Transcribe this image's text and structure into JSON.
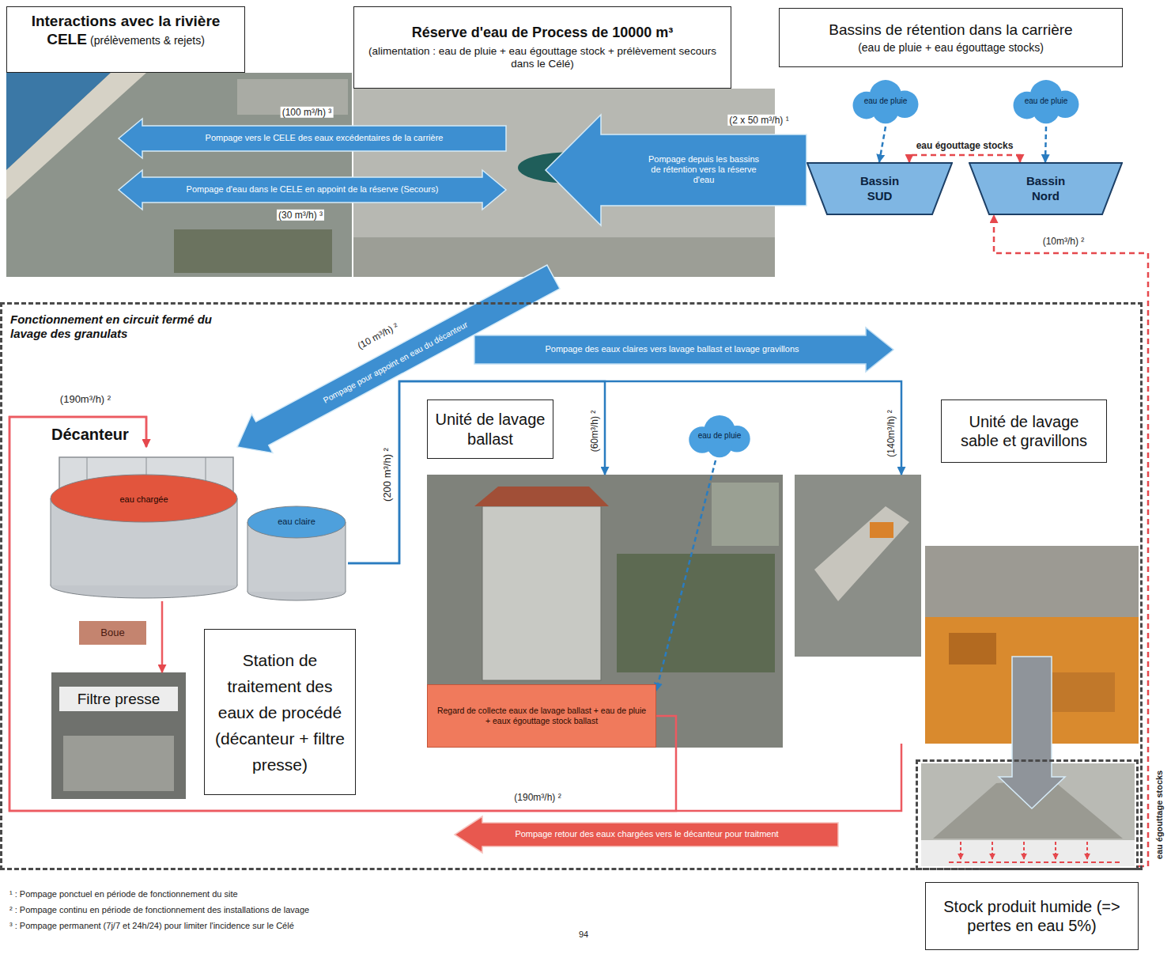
{
  "diagram": {
    "nodes": [
      {
        "text": [
          "Interactions avec la rivière CELE",
          "(prélèvements & rejets)"
        ]
      },
      {
        "text": [
          "Réserve d'eau de Process de 10000 m³",
          "(alimentation : eau de pluie + eau égouttage stock + prélèvement secours dans le Célé)"
        ]
      },
      {
        "text": [
          "Bassins de rétention dans la carrière",
          "(eau de pluie + eau égouttage stocks)"
        ]
      },
      {
        "text": [
          "eau de pluie"
        ]
      },
      {
        "text": [
          "eau de pluie"
        ]
      },
      {
        "text": [
          "Bassin SUD"
        ]
      },
      {
        "text": [
          "Bassin Nord"
        ]
      },
      {
        "text": [
          "Fonctionnement en circuit fermé du lavage des granulats"
        ]
      },
      {
        "text": [
          "Décanteur"
        ],
        "in": 7
      },
      {
        "text": [
          "Boue"
        ],
        "in": 7
      },
      {
        "text": [
          "Filtre presse"
        ],
        "in": 7
      },
      {
        "text": [
          "Station de traitement des eaux de procédé (décanteur + filtre presse)"
        ],
        "in": 7
      },
      {
        "text": [
          "Unité de lavage ballast"
        ],
        "in": 7
      },
      {
        "text": [
          "Regard de collecte eaux de lavage ballast + eau de pluie + eaux égouttage stock ballast"
        ],
        "in": 12
      },
      {
        "text": [
          "eau de pluie"
        ],
        "in": 7
      },
      {
        "text": [
          "Unité de lavage sable et gravillons"
        ],
        "in": 7
      },
      {
        "text": [
          "Stock produit humide (=> pertes en eau 5%)"
        ]
      }
    ],
    "edges": [
      {
        "from": 1,
        "to": 0,
        "arrow": "to",
        "label": "Pompage vers le CELE des eaux excédentaires de la carrière"
      },
      {
        "from": 0,
        "to": 1,
        "arrow": "both",
        "label": "Pompage d'eau dans le CELE en appoint de la réserve (Secours)"
      },
      {
        "from": 5,
        "to": 1,
        "arrow": "to",
        "label": "Pompage depuis les bassins de rétention vers la réserve d'eau"
      },
      {
        "from": 3,
        "to": 5,
        "arrow": "to"
      },
      {
        "from": 4,
        "to": 6,
        "arrow": "to"
      },
      {
        "from": 5,
        "to": 6,
        "arrow": "both",
        "label": "eau égouttage stocks"
      },
      {
        "from": 16,
        "to": 6,
        "arrow": "to",
        "label": "(10m³/h) ²"
      },
      {
        "from": 1,
        "to": 8,
        "arrow": "to",
        "label": "Pompage pour appoint en eau du décanteur"
      },
      {
        "from": 8,
        "to": 12,
        "arrow": "to",
        "label": "(60m³/h) ²"
      },
      {
        "from": 8,
        "to": 15,
        "arrow": "to",
        "label": "(140m³/h) ²"
      },
      {
        "from": 15,
        "to": 8,
        "arrow": "to",
        "label": "(190m³/h) ²"
      },
      {
        "from": 13,
        "to": 8,
        "arrow": "to"
      },
      {
        "from": 14,
        "to": 13,
        "arrow": "to"
      },
      {
        "from": 8,
        "to": 10,
        "arrow": "to"
      },
      {
        "from": 15,
        "to": 16,
        "arrow": "to"
      }
    ],
    "labels": [
      "(100 m³/h) ³",
      "(30 m³/h) ³",
      "(2 x 50 m³/h) ¹",
      "(10 m³/h) ²",
      "(190m³/h) ²",
      "eau chargée",
      "eau claire",
      "(200 m³/h) ²",
      "Pompage des eaux claires vers lavage ballast et lavage gravillons",
      "Pompage retour des eaux chargées vers le décanteur pour traitment",
      "eau égouttage stocks",
      "¹ : Pompage ponctuel en période de fonctionnement du site",
      "² : Pompage continu en période de fonctionnement des installations de lavage",
      "³ : Pompage permanent (7j/7 et 24h/24) pour limiter l'incidence sur le Célé",
      "94"
    ]
  }
}
